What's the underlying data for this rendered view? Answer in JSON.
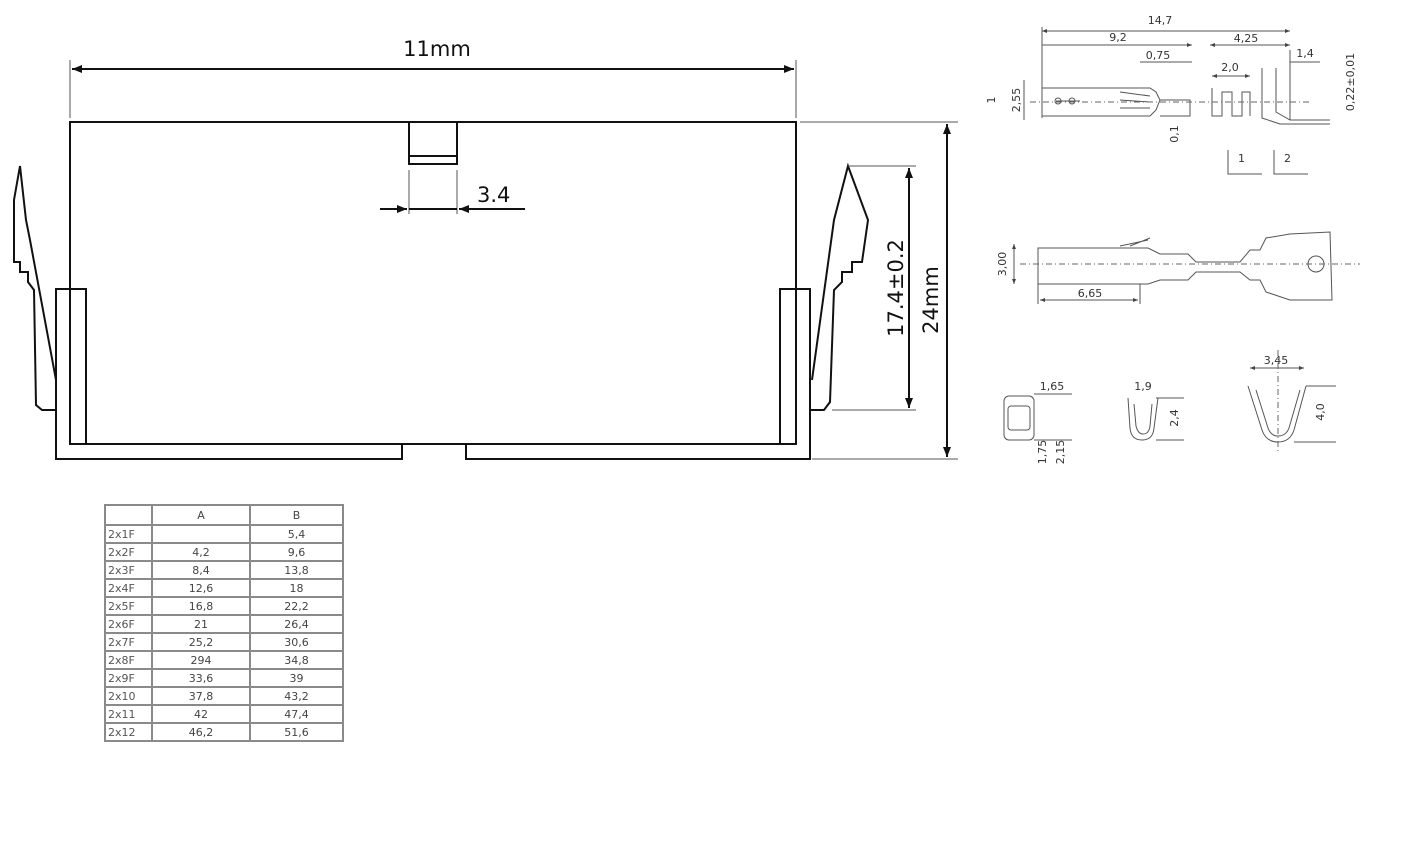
{
  "housing": {
    "width_label": "11mm",
    "slot_label": "3.4",
    "inner_height_label": "17.4±0.2",
    "height_label": "24mm"
  },
  "terminal_side": {
    "labels": [
      "14,7",
      "9,2",
      "4,25",
      "0,75",
      "1,4",
      "2,0",
      "0,22±0,01",
      "2,55",
      "1",
      "0,1",
      "1",
      "2"
    ]
  },
  "terminal_top": {
    "labels": [
      "3,00",
      "6,65"
    ]
  },
  "sections": {
    "labels": [
      "1,65",
      "1,75",
      "2,15",
      "1,9",
      "2,4",
      "3,45",
      "4,0"
    ]
  },
  "table": {
    "headers": [
      "",
      "A",
      "B"
    ],
    "rows": [
      [
        "2x1F",
        "",
        "5,4"
      ],
      [
        "2x2F",
        "4,2",
        "9,6"
      ],
      [
        "2x3F",
        "8,4",
        "13,8"
      ],
      [
        "2x4F",
        "12,6",
        "18"
      ],
      [
        "2x5F",
        "16,8",
        "22,2"
      ],
      [
        "2x6F",
        "21",
        "26,4"
      ],
      [
        "2x7F",
        "25,2",
        "30,6"
      ],
      [
        "2x8F",
        "294",
        "34,8"
      ],
      [
        "2x9F",
        "33,6",
        "39"
      ],
      [
        "2x10",
        "37,8",
        "43,2"
      ],
      [
        "2x11",
        "42",
        "47,4"
      ],
      [
        "2x12",
        "46,2",
        "51,6"
      ]
    ]
  }
}
